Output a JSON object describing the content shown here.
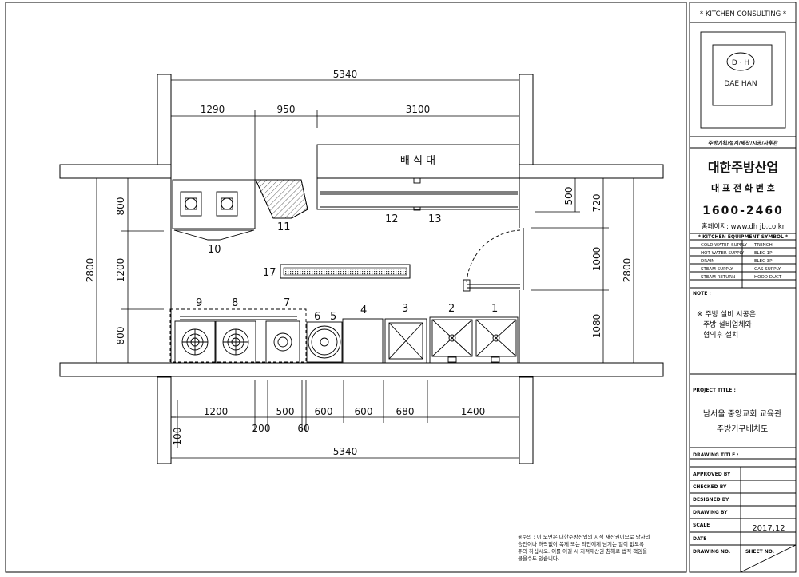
{
  "dimensions": {
    "top_total": "5340",
    "top_segments": [
      "1290",
      "950",
      "3100"
    ],
    "bottom_segments": [
      "1200",
      "500",
      "600",
      "600",
      "680",
      "1400"
    ],
    "bottom_small": [
      "200",
      "60",
      "100"
    ],
    "bottom_total": "5340",
    "left_total": "2800",
    "left_segments": [
      "800",
      "1200",
      "800"
    ],
    "right_total": "2800",
    "right_segments": [
      "720",
      "1000",
      "1080"
    ],
    "right_small": "500"
  },
  "labels": {
    "counter": "배 식 대",
    "equipment_numbers": [
      "1",
      "2",
      "3",
      "4",
      "5",
      "6",
      "7",
      "8",
      "9",
      "10",
      "11",
      "12",
      "13",
      "17"
    ]
  },
  "title_block": {
    "header": "* KITCHEN CONSULTING *",
    "logo_mark": "D · H",
    "logo_name": "DAE HAN",
    "services": "주방기획/설계/제작/시공/사후관",
    "company": "대한주방산업",
    "phone_label": "대 표 전 화 번 호",
    "phone": "1600-2460",
    "homepage": "홈페이지: www.dh jb.co.kr",
    "legend_title": "* KITCHEN EQUIPMENT SYMBOL *",
    "legend_left": [
      "COLD WATER SUPPLY",
      "HOT WATER SUPPLY",
      "DRAIN",
      "STEAM SUPPLY",
      "STEAM RETURN"
    ],
    "legend_right": [
      "TRENCH",
      "ELEC 1P",
      "ELEC 3P",
      "GAS SUPPLY",
      "HOOD DUCT"
    ],
    "note_label": "NOTE :",
    "note_lines": [
      "※ 주방 설비 시공은",
      "주방 설비업체와",
      "협의후 설치"
    ],
    "project_label": "PROJECT TITLE :",
    "project_lines": [
      "남서울 중앙교회 교육관",
      "주방기구배치도"
    ],
    "drawing_title_label": "DRAWING TITLE :",
    "rows": [
      "APPROVED BY",
      "CHECKED BY",
      "DESIGNED BY",
      "DRAWING BY",
      "SCALE",
      "DATE",
      "DRAWING NO."
    ],
    "date": "2017.12",
    "sheet_no": "SHEET NO."
  },
  "footer_note": [
    "※주의 : 이 도면은 대한주방산업의 지적 재산권이므로 당사의",
    "승인이나 허락없이 복제 또는 타인에게 넘기는 일이 없도록",
    "주의 하십시오. 이를 어길 시 지적재산권 침해로 법적 책임을",
    "물을수도 있습니다."
  ]
}
